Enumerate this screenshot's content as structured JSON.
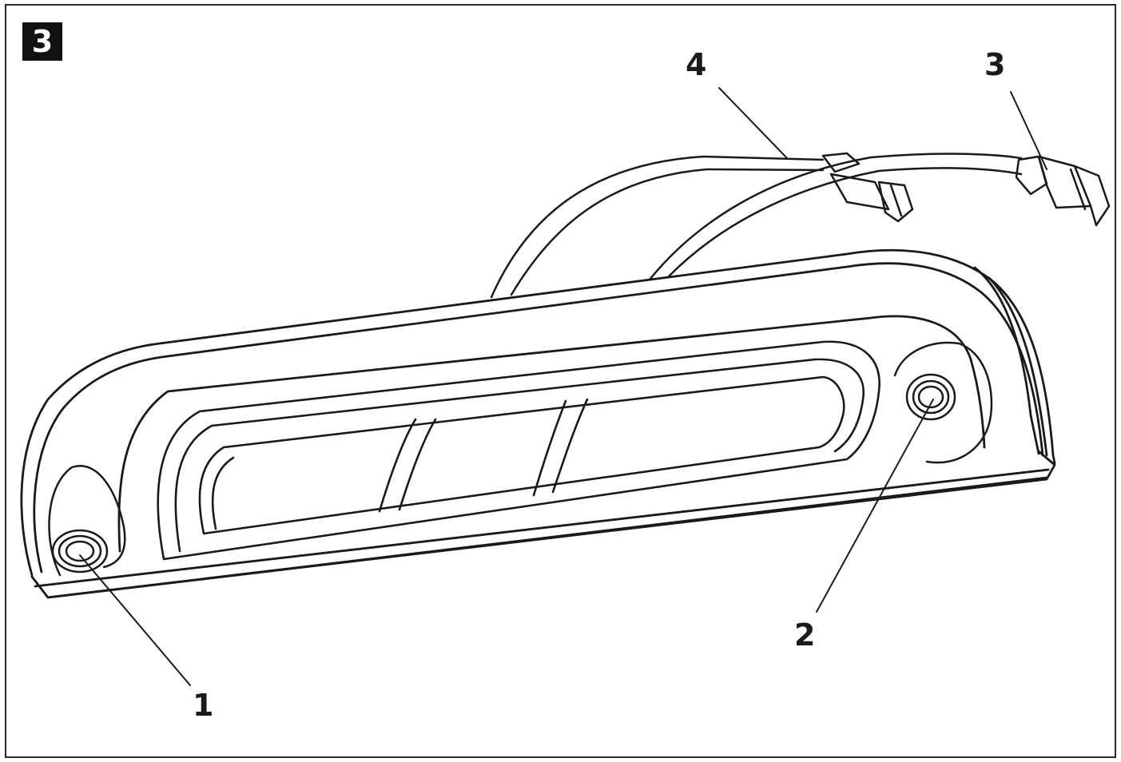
{
  "figure": {
    "step_number": "3"
  },
  "callouts": [
    {
      "id": "1",
      "label": "1"
    },
    {
      "id": "2",
      "label": "2"
    },
    {
      "id": "3",
      "label": "3"
    },
    {
      "id": "4",
      "label": "4"
    }
  ],
  "colors": {
    "line": "#1a1a1a",
    "badge_bg": "#111111",
    "badge_text": "#ffffff",
    "paper": "#ffffff"
  }
}
